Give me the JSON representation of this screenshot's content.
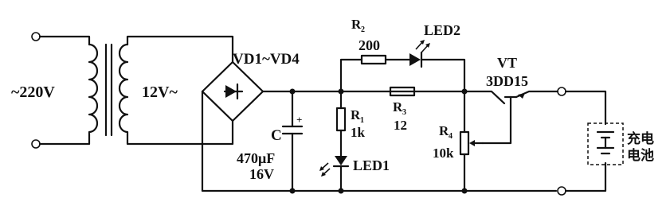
{
  "labels": {
    "ac_input": "~220V",
    "secondary": "12V~",
    "bridge": "VD1~VD4",
    "cap_name": "C",
    "cap_plus": "+",
    "cap_value": "470μF",
    "cap_voltage": "16V",
    "r1_name": "R",
    "r1_sub": "1",
    "r1_value": "1k",
    "r2_name": "R",
    "r2_sub": "2",
    "r2_value": "200",
    "r3_name": "R",
    "r3_sub": "3",
    "r3_value": "12",
    "r4_name": "R",
    "r4_sub": "4",
    "r4_value": "10k",
    "led1": "LED1",
    "led2": "LED2",
    "vt_name": "VT",
    "vt_type": "3DD15",
    "battery_line1": "充电",
    "battery_line2": "电池"
  }
}
